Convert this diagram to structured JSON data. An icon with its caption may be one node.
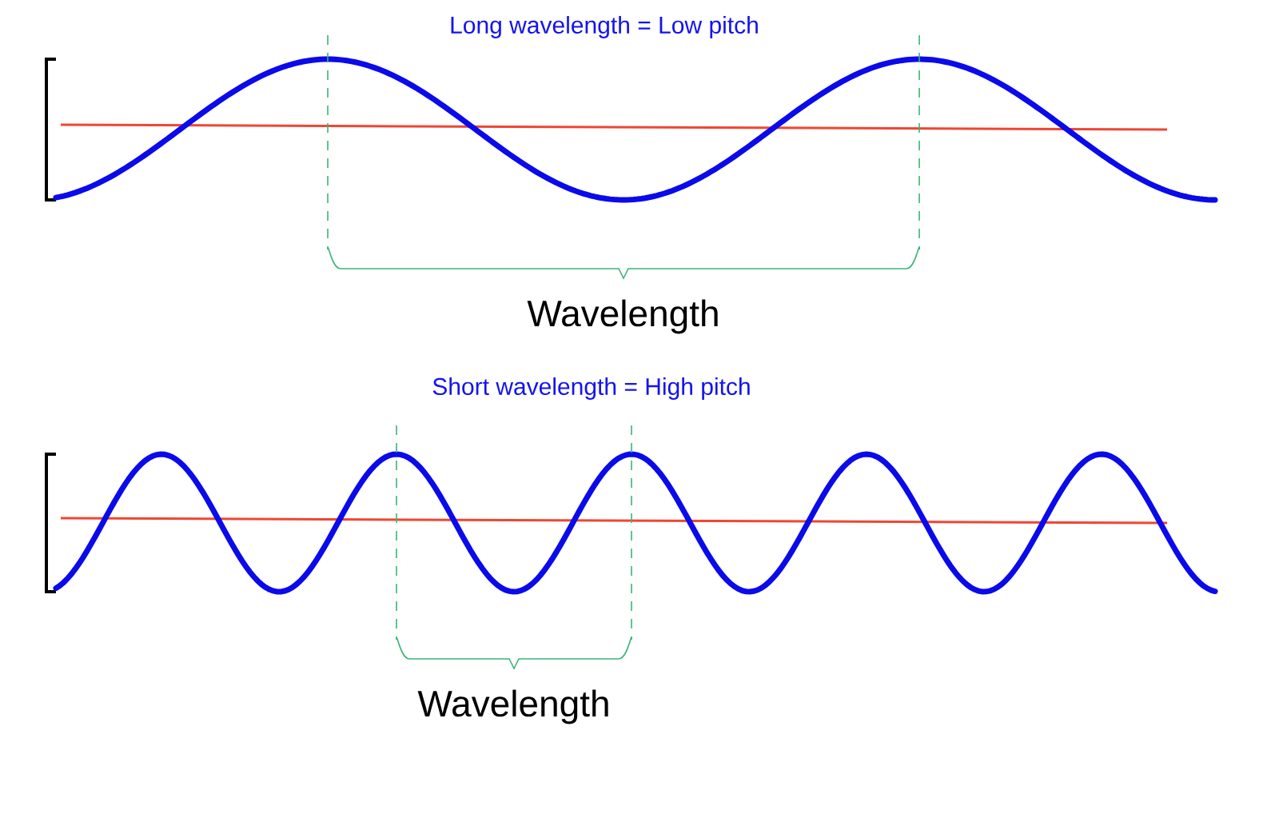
{
  "diagram": {
    "labels": [
      "Long wavelength = Low pitch",
      "Wavelength",
      "Short wavelength = High pitch",
      "Wavelength"
    ]
  }
}
